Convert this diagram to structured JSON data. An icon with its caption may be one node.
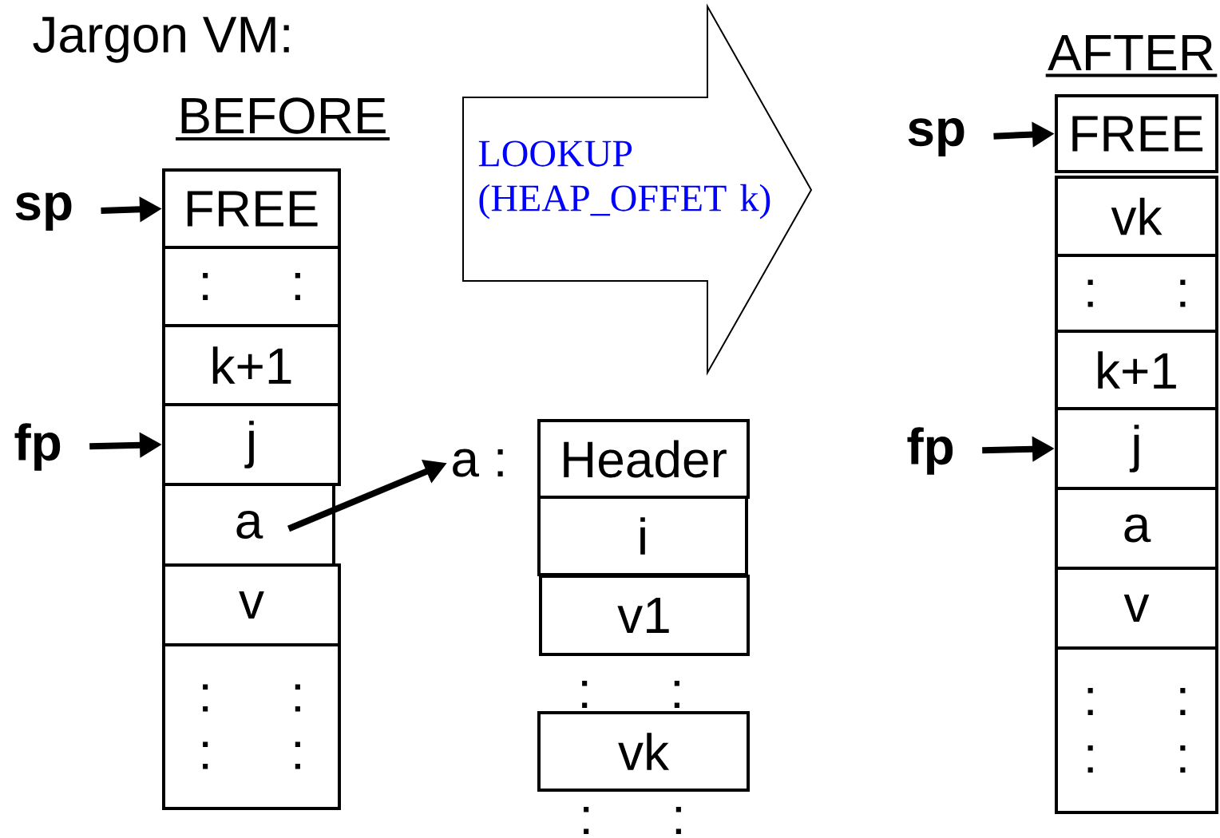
{
  "diagram": {
    "title": "Jargon VM:",
    "nodes": [
      {
        "text": [
          "sp"
        ]
      },
      {
        "text": [
          "FREE"
        ]
      },
      {
        "text": [
          ": :"
        ]
      },
      {
        "text": [
          "k+1"
        ]
      },
      {
        "text": [
          "fp"
        ]
      },
      {
        "text": [
          "j"
        ]
      },
      {
        "text": [
          "a"
        ]
      },
      {
        "text": [
          "v"
        ]
      },
      {
        "text": [
          ": :",
          ": :"
        ]
      },
      {
        "text": [
          "a :"
        ]
      },
      {
        "text": [
          "Header"
        ]
      },
      {
        "text": [
          "i"
        ]
      },
      {
        "text": [
          "v1"
        ]
      },
      {
        "text": [
          "vk"
        ]
      },
      {
        "text": [
          "LOOKUP (HEAP_OFFET k)"
        ]
      },
      {
        "text": [
          "sp"
        ]
      },
      {
        "text": [
          "FREE"
        ]
      },
      {
        "text": [
          "vk"
        ]
      },
      {
        "text": [
          ": :"
        ]
      },
      {
        "text": [
          "k+1"
        ]
      },
      {
        "text": [
          "fp"
        ]
      },
      {
        "text": [
          "j"
        ]
      },
      {
        "text": [
          "a"
        ]
      },
      {
        "text": [
          "v"
        ]
      },
      {
        "text": [
          ": :",
          ": :"
        ]
      }
    ],
    "edges": [
      {
        "from": 0,
        "to": 1,
        "arrow": "to"
      },
      {
        "from": 4,
        "to": 5,
        "arrow": "to"
      },
      {
        "from": 6,
        "to": 9,
        "arrow": "to"
      },
      {
        "from": 15,
        "to": 16,
        "arrow": "to"
      },
      {
        "from": 20,
        "to": 21,
        "arrow": "to"
      }
    ],
    "labels": [
      "BEFORE",
      ": :",
      ": :",
      "AFTER"
    ]
  }
}
